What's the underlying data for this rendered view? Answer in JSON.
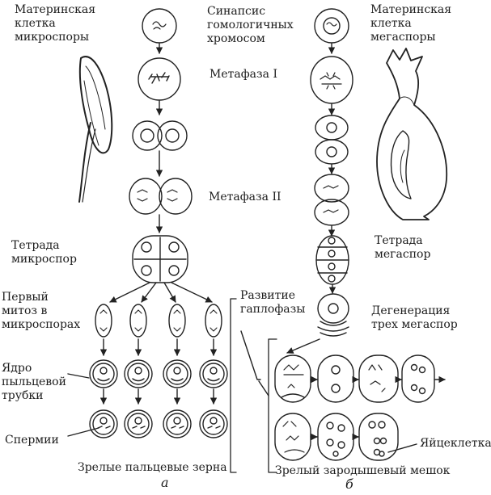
{
  "labels": {
    "mic_mother": "Материнская\nклетка\nмикроспоры",
    "meg_mother": "Материнская\nклетка\nмегаспоры",
    "synapsis": "Синапсис\nгомологичных\nхромосом",
    "metaphase1": "Метафаза I",
    "metaphase2": "Метафаза II",
    "tetrad_mic": "Тетрада\nмикроспор",
    "tetrad_meg": "Тетрада\nмегаспор",
    "first_mitosis": "Первый\nмитоз в\nмикроспорах",
    "haplophase": "Развитие\nгаплофазы",
    "degeneration": "Дегенерация\nтрех мегаспор",
    "tube_nucleus": "Ядро\nпыльцевой\nтрубки",
    "sperm": "Спермии",
    "egg": "Яйцеклетка",
    "mature_pollen": "Зрелые пальцевые зерна",
    "mature_sac": "Зрелый зародышевый мешок",
    "part_a": "а",
    "part_b": "б"
  }
}
